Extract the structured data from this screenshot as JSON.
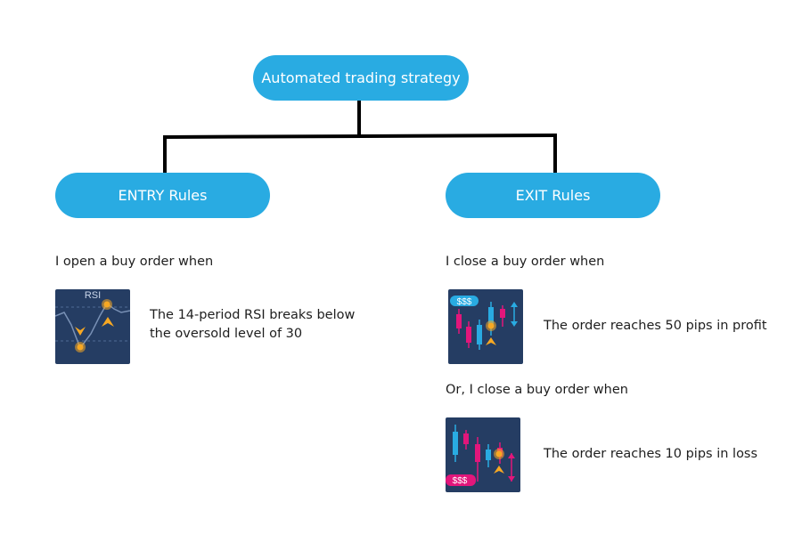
{
  "root": {
    "label": "Automated trading strategy"
  },
  "entry": {
    "label": "ENTRY Rules",
    "intro": "I open a buy order when",
    "condition": "The 14-period RSI breaks below the oversold level of 30",
    "thumb_title": "RSI"
  },
  "exit": {
    "label": "EXIT Rules",
    "intro": "I close a buy order when",
    "condition_1": "The order reaches 50 pips in profit",
    "alt_intro": "Or, I close a buy order when",
    "condition_2": "The order reaches 10 pips in loss",
    "profit_tag": "$$$",
    "loss_tag": "$$$"
  },
  "colors": {
    "node": "#29abe2",
    "thumb_bg": "#253d63",
    "orange": "#f7a823",
    "pink": "#e2167b",
    "blue": "#29abe2"
  }
}
